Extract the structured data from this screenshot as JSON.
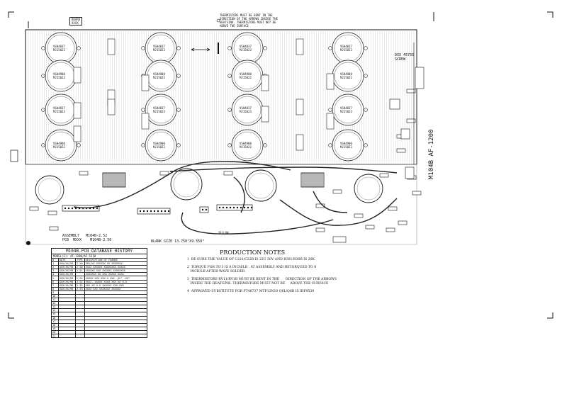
{
  "corner_marks": true,
  "top_note": "THERMISTORS MUST BE BENT IN THE\nDIRECTION OF THE ARROWS INSIDE THE\nHEATSINK. THERMISTORS MUST NOT BE\nABOVE THE SURFACE",
  "top_left_box": "BOARD\nXXXX",
  "transistors": [
    {
      "top": "VSH4837",
      "bot": "MJ15023"
    },
    {
      "top": "VSH4900",
      "bot": "MJ15023"
    },
    {
      "top": "VSH4837",
      "bot": "MJ15023"
    },
    {
      "top": "VSH4900",
      "bot": "MJ15022"
    },
    {
      "top": "VSH4837",
      "bot": "MJ15023"
    },
    {
      "top": "VSH4900",
      "bot": "MJ15022"
    },
    {
      "top": "VSH4837",
      "bot": "MJ15023"
    },
    {
      "top": "VSH4900",
      "bot": "MJ15022"
    },
    {
      "top": "VSH4837",
      "bot": "MJ15023"
    },
    {
      "top": "VSH4900",
      "bot": "MJ15022"
    },
    {
      "top": "VSH4837",
      "bot": "MJ15023"
    },
    {
      "top": "VSH4900",
      "bot": "MJ15022"
    },
    {
      "top": "VSH4837",
      "bot": "MJ15023"
    },
    {
      "top": "VSH4900",
      "bot": "MJ15022"
    },
    {
      "top": "VSH4837",
      "bot": "MJ15023"
    },
    {
      "top": "VSH4900",
      "bot": "MJ15022"
    }
  ],
  "side_label": "M104B AF-1200",
  "right_label": "DXX 45755\nSCREW",
  "assembly_text": "ASSEMBLY   M104B-2.52\nPCB  MXXX    M104B-2.50",
  "blank_size": "BLANK SIZE 13.750\"X9.550\"",
  "yellow": "YELLOW",
  "history_title": "M104B.PCB DATABASE HISTORY",
  "history_model": "MODEL(S):  AF-1200/AF-1210",
  "history_headers": [
    "#",
    "DATE",
    "TYPE",
    "DESCRIPTION OF CHANGE"
  ],
  "history_rows": [
    [
      "1",
      "XXX/XX/94",
      "2.50",
      "X01/XX XXXXXX XX XXXXXXX"
    ],
    [
      "2",
      "XXX/XX/95",
      "2.50",
      "XXX2 XXXXXX XXXXXXXX XXXXX"
    ],
    [
      "3",
      "XXX/XX/95",
      "2.51",
      "XXXXXX XXX XXXXXX XXXXXXXX"
    ],
    [
      "4",
      "XXX/XX/95",
      "",
      "XXXXXXX XX XXX XXXXX XXXX"
    ],
    [
      "5",
      "XXX/XX/95",
      "2.51",
      "XXXXX XXX XXX X XXX .XX\" .XX\""
    ],
    [
      "6",
      "XXX/XX/96",
      "2.52",
      "XXX2..XXXXX XXXX XXX XX X.X"
    ],
    [
      "7",
      "XXX/XX/96",
      "2.52",
      "XXX XX X.X XXXXXX XXX,XXX"
    ],
    [
      "8",
      "XXX/XX/96",
      "2.53",
      "XXXX XXX XXXXXXX XXXXXX"
    ],
    [
      "9",
      "",
      "",
      ""
    ],
    [
      "10",
      "",
      "",
      ""
    ],
    [
      "11",
      "",
      "",
      ""
    ],
    [
      "12",
      "",
      "",
      ""
    ],
    [
      "13",
      "",
      "",
      ""
    ],
    [
      "14",
      "",
      "",
      ""
    ],
    [
      "15",
      "",
      "",
      ""
    ],
    [
      "16",
      "",
      "",
      ""
    ],
    [
      "17",
      "",
      "",
      ""
    ],
    [
      "18",
      "",
      "",
      ""
    ],
    [
      "19",
      "",
      "",
      ""
    ],
    [
      "20",
      "",
      "",
      ""
    ],
    [
      "21",
      "",
      "",
      ""
    ]
  ],
  "notes_title": "PRODUCTION NOTES",
  "notes": [
    "1  BE SURE THE VALUE OF C221/C22R IS 22U 50V AND R301/R30R IS 20K",
    "2  TORQUE FOR TO'3 IS 8 INCH/LB   AT ASSEMBLY AND RETORQUED TO 8\n   INCH/LB AFTER WAVE SOLDER",
    "3  THERMISTORS RV11/RV1R MUST BE BENT IN THE      DIRECTION OF THE ARROWS\n   INSIDE THE HEATSINK. THERMISTORS MUST NOT BE     ABOVE THE SURFACE",
    "4  APPROVED SUBSTITUTE FOR FT46737 MTP12N10 Q6L/Q6R IS IRF9530"
  ]
}
